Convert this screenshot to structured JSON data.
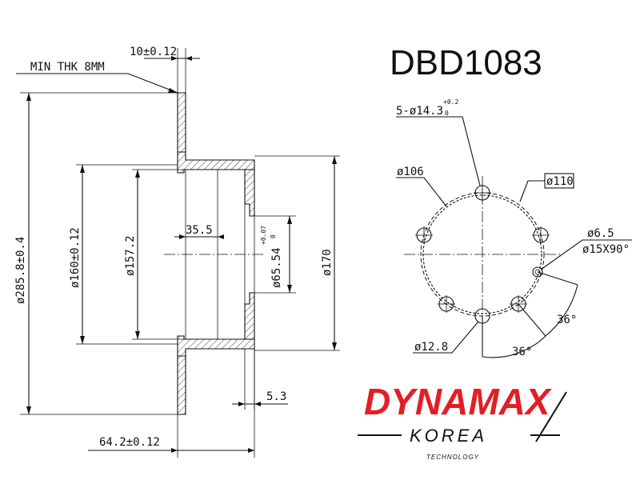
{
  "part_number": "DBD1083",
  "side_view": {
    "thickness_label": "10±0.12",
    "min_thickness_label": "MIN THK 8MM",
    "outer_diameter_label": "ø285.8±0.4",
    "hat_diameter_label": "ø160±0.12",
    "inner_diameter_label": "ø157.2",
    "hat_depth_label": "35.5",
    "center_bore_label": "ø65.54",
    "center_bore_tol_upper": "+0.07",
    "center_bore_tol_lower": "0",
    "hub_diameter_label": "ø170",
    "flange_thickness_label": "5.3",
    "total_height_label": "64.2±0.12"
  },
  "front_view": {
    "bolt_holes_label": "5-ø14.3",
    "bolt_holes_tol_upper": "+0.2",
    "bolt_holes_tol_lower": "0",
    "pcd_label": "ø106",
    "pcd_boxed_label": "ø110",
    "small_hole_label": "ø6.5",
    "countersink_label": "ø15X90°",
    "angle_label_1": "36°",
    "angle_label_2": "36°",
    "hole_diameter_label": "ø12.8"
  },
  "logo": {
    "brand": "DYNAMAX",
    "sub": "KOREA",
    "tagline": "TECHNOLOGY",
    "brand_color": "#e21f26"
  }
}
